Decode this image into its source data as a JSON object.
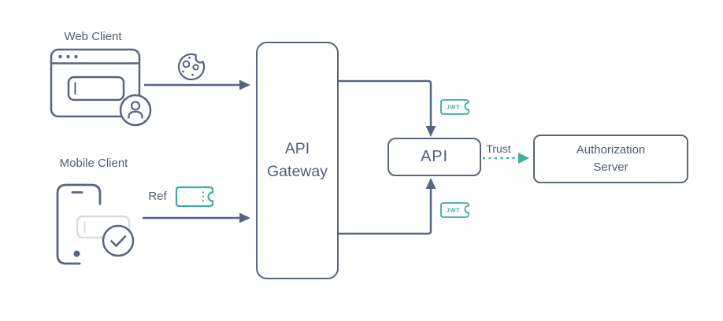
{
  "colors": {
    "slate": "#586480",
    "teal": "#3bae9c",
    "light_gray": "#d9dde3",
    "text": "#505c77",
    "bg": "#ffffff"
  },
  "nodes": {
    "web_client": {
      "label": "Web Client"
    },
    "mobile_client": {
      "label": "Mobile Client"
    },
    "api_gateway": {
      "label": "API\nGateway"
    },
    "api": {
      "label": "API"
    },
    "auth_server": {
      "label": "Authorization\nServer"
    }
  },
  "edges": {
    "web_to_gateway": {
      "icon": "cookie-icon"
    },
    "mobile_to_gateway": {
      "label": "Ref",
      "icon": "ticket-icon"
    },
    "gateway_to_api_top": {
      "badge": "JWT"
    },
    "gateway_to_api_bottom": {
      "badge": "JWT"
    },
    "api_to_auth": {
      "label": "Trust",
      "style": "dashed-teal"
    }
  }
}
